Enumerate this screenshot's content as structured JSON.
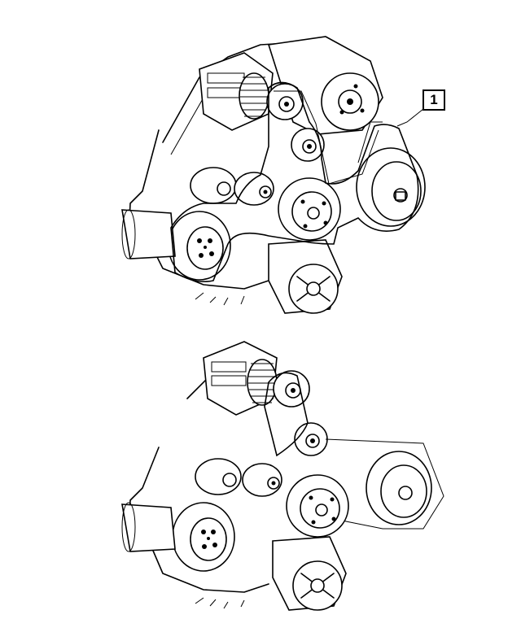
{
  "callout": {
    "label": "1"
  },
  "colors": {
    "line": "#000000",
    "background": "#ffffff"
  },
  "views": [
    {
      "name": "belt-installed"
    },
    {
      "name": "belt-removed"
    }
  ]
}
